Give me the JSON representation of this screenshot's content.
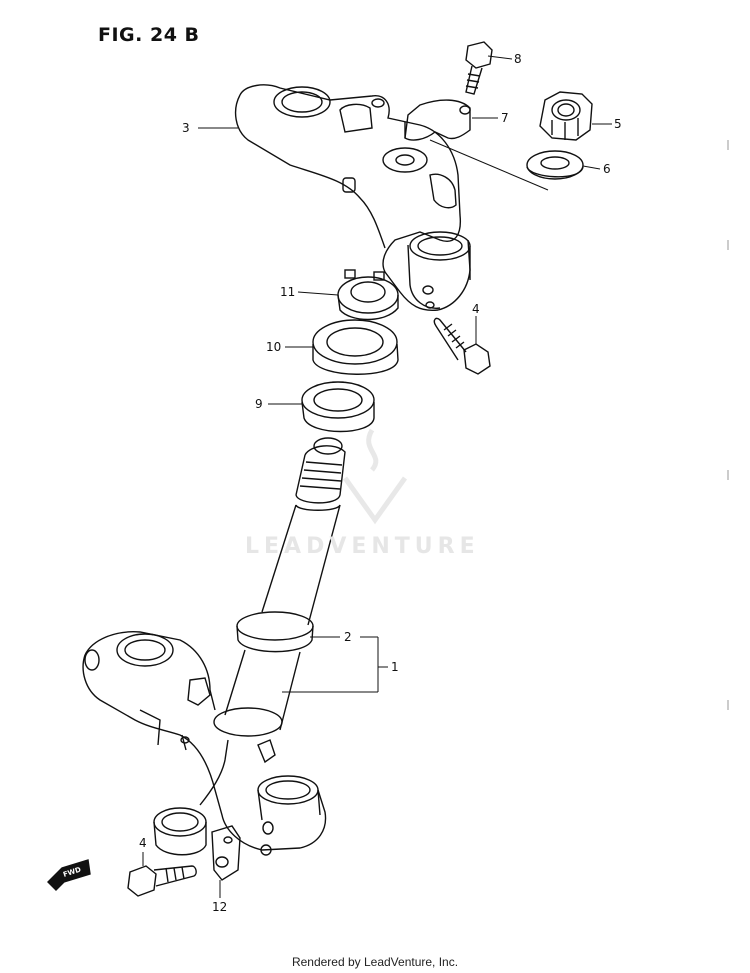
{
  "figure": {
    "title": "FIG. 24 B"
  },
  "callouts": {
    "c1": "1",
    "c2": "2",
    "c3": "3",
    "c4a": "4",
    "c4b": "4",
    "c5": "5",
    "c6": "6",
    "c7": "7",
    "c8": "8",
    "c9": "9",
    "c10": "10",
    "c11": "11",
    "c12": "12"
  },
  "fwd_marker": {
    "label": "FWD"
  },
  "watermark": {
    "text": "LEADVENTURE"
  },
  "footer": {
    "text": "Rendered by LeadVenture, Inc."
  }
}
